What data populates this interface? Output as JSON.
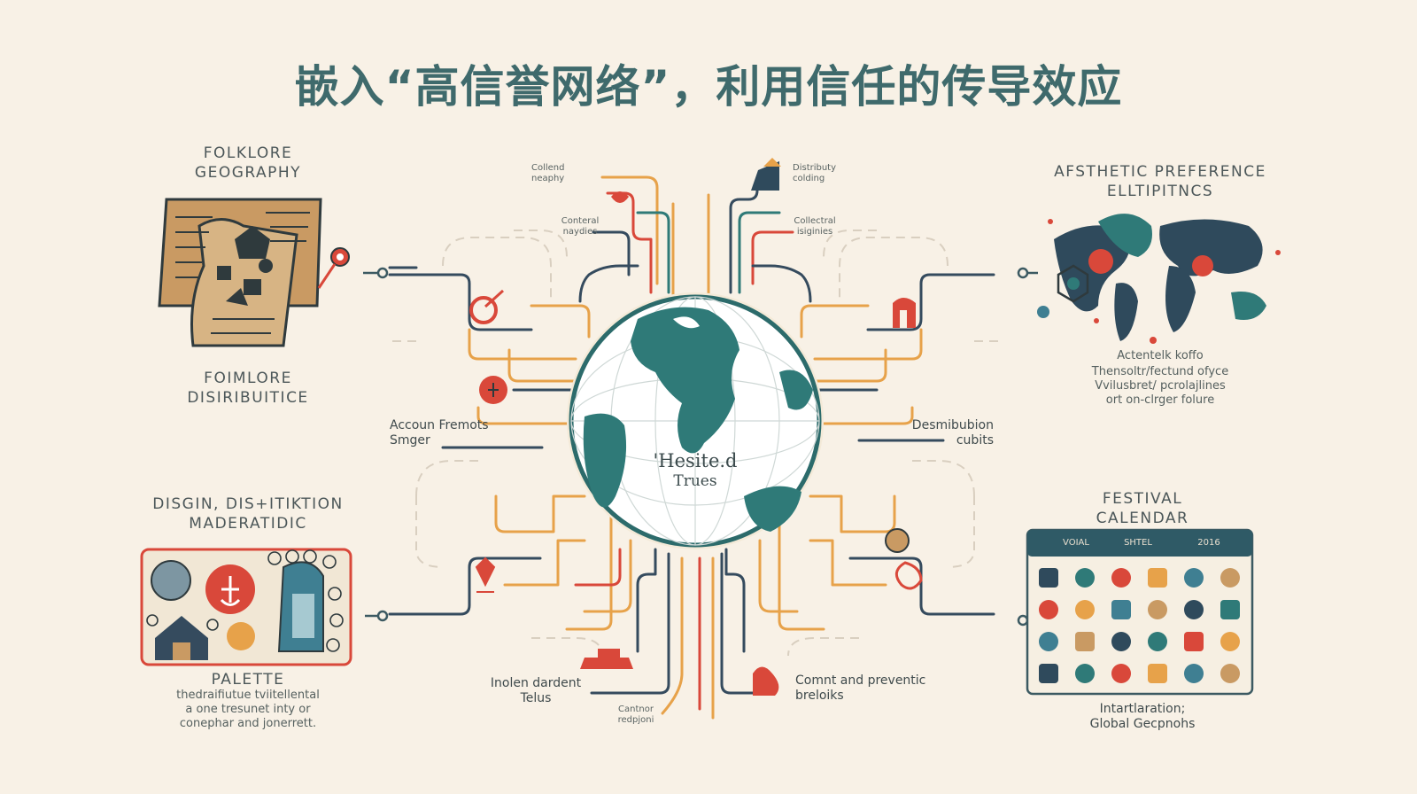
{
  "title": "嵌入“高信誉网络”，利用信任的传导效应",
  "left_top": {
    "heading": [
      "FOLKLORE",
      "GEOGRAPHY"
    ],
    "caption": [
      "FOIMLORE",
      "DISIRIBUITICE"
    ]
  },
  "left_bottom": {
    "heading": [
      "DISGIN, DIS+ITIKTION",
      "MADERATIDIC"
    ],
    "palette_title": "PALETTE",
    "palette_text": [
      "thedraifiutue tviitellental",
      "a one tresunet inty or",
      "conephar and jonerrett."
    ]
  },
  "right_top": {
    "heading": [
      "AFSTHETIC PREFERENCE",
      "ELLTIPITNCS"
    ],
    "sub": "Actentelk koffo",
    "text": [
      "Thensoltr/fectund ofyce",
      "Vvilusbret/ pcrolajlines",
      "ort on-clrger folure"
    ]
  },
  "right_bottom": {
    "heading": [
      "FESTIVAL",
      "CALENDAR"
    ],
    "cal_headers": [
      "VOIAL",
      "SHTEL",
      "2016"
    ],
    "caption": [
      "Intartlaration;",
      "Global Gecpnohs"
    ]
  },
  "center": {
    "globe_text": [
      "'Hesite.d",
      "Trues"
    ],
    "account": [
      "Accoun Fremots",
      "Smger"
    ],
    "desmibution": [
      "Desmibubion",
      "cubits"
    ],
    "collend": [
      "Collend",
      "neaphy"
    ],
    "conteral": [
      "Conteral",
      "naydies"
    ],
    "distributy": [
      "Distributy",
      "colding"
    ],
    "colleral": [
      "Collectral",
      "isiginies"
    ],
    "inolen": [
      "Inolen dardent",
      "Telus"
    ],
    "comnt": [
      "Comnt and preventic",
      "breloiks"
    ],
    "cantor": [
      "Cantnor",
      "redpjoni"
    ]
  },
  "colors": {
    "background": "#f8f1e6",
    "title": "#3f6a6c",
    "teal": "#2f7a78",
    "orange": "#e7a24a",
    "navy": "#354b5e",
    "red": "#d9483a",
    "tan": "#c99a63"
  }
}
